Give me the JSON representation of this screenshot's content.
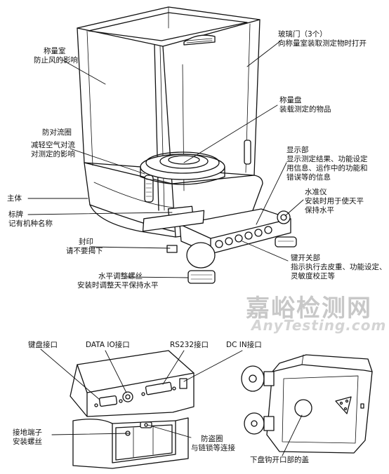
{
  "labels": {
    "weighing_chamber_1": "称量室",
    "weighing_chamber_2": "防止风的影响",
    "glass_door_1": "玻璃门（3个）",
    "glass_door_2": "向称量室装取测定物时打开",
    "pan_1": "称量盘",
    "pan_2": "装载测定的物品",
    "draft_ring_1": "防对流圈",
    "draft_ring_2": "减轻空气对流",
    "draft_ring_3": "对测定的影响",
    "display_1": "显示部",
    "display_2": "显示测定结果、功能设定",
    "display_3": "用信息、运作中的功能和",
    "display_4": "错误等的信息",
    "body": "主体",
    "level_1": "水准仪",
    "level_2": "安装时用于使天平",
    "level_3": "保持水平",
    "nameplate_1": "标牌",
    "nameplate_2": "记有机种名称",
    "seal_1": "封印",
    "seal_2": "请不要揭下",
    "keys_1": "键开关部",
    "keys_2": "指示执行去皮重、功能设定、",
    "keys_3": "灵敏度校正等",
    "foot_1": "水平调整螺丝",
    "foot_2": "安装时调整天平保持水平",
    "keyboard_port": "键盘接口",
    "data_io_port": "DATA IO接口",
    "rs232_port": "RS232接口",
    "dc_in_port": "DC IN接口",
    "ground_1": "接地端子",
    "ground_2": "安装螺丝",
    "antitheft_1": "防盗圈",
    "antitheft_2": "与链锁等连接",
    "hook_cover": "下盘钩开口部的盖"
  },
  "watermark": {
    "line1": "嘉峪检测网",
    "line2": "AnyTesting.com"
  }
}
